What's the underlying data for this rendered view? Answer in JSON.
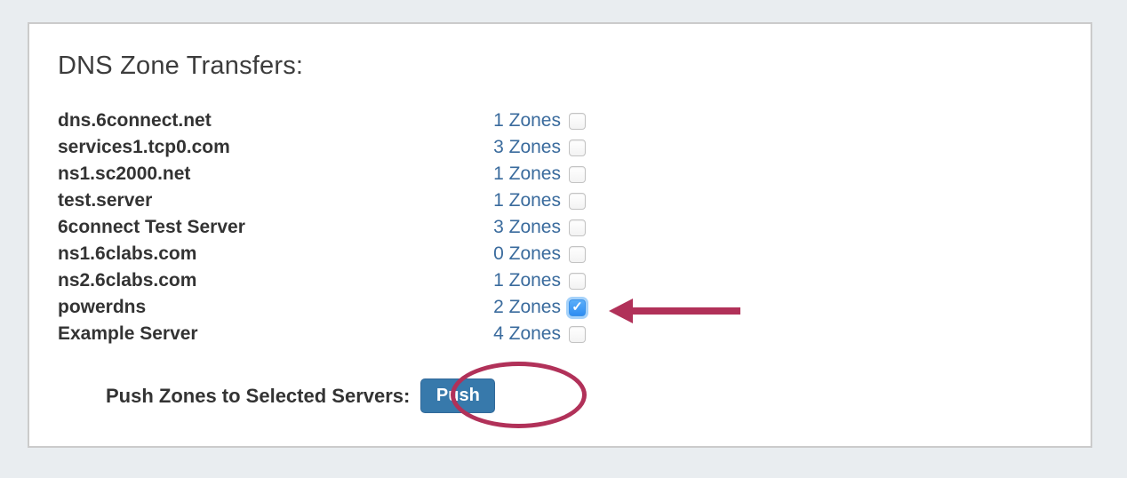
{
  "panel": {
    "title": "DNS Zone Transfers:"
  },
  "list": {
    "rows": [
      {
        "name": "dns.6connect.net",
        "zones": "1 Zones",
        "checked": false
      },
      {
        "name": "services1.tcp0.com",
        "zones": "3 Zones",
        "checked": false
      },
      {
        "name": "ns1.sc2000.net",
        "zones": "1 Zones",
        "checked": false
      },
      {
        "name": "test.server",
        "zones": "1 Zones",
        "checked": false
      },
      {
        "name": "6connect Test Server",
        "zones": "3 Zones",
        "checked": false
      },
      {
        "name": "ns1.6clabs.com",
        "zones": "0 Zones",
        "checked": false
      },
      {
        "name": "ns2.6clabs.com",
        "zones": "1 Zones",
        "checked": false
      },
      {
        "name": "powerdns",
        "zones": "2 Zones",
        "checked": true
      },
      {
        "name": "Example Server",
        "zones": "4 Zones",
        "checked": false
      }
    ]
  },
  "footer": {
    "label": "Push Zones to Selected Servers:",
    "push_button": "Push"
  },
  "icons": {
    "check": "✓"
  },
  "colors": {
    "annotation": "#b13159",
    "link": "#3a6b9d",
    "button": "#3779ab",
    "checkbox_checked": "#3f97f4",
    "page_background": "#e9edf0"
  }
}
